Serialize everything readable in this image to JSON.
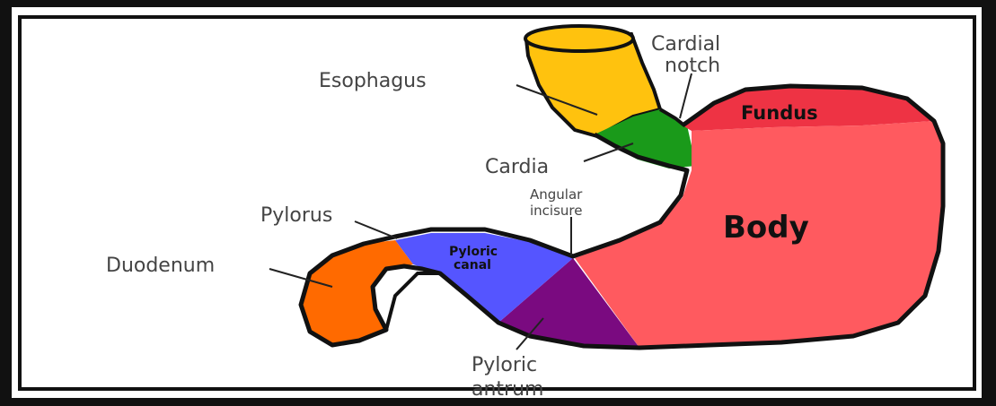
{
  "labels": {
    "esophagus": "Esophagus",
    "cardial_notch_line1": "Cardial",
    "cardial_notch_line2": "notch",
    "fundus": "Fundus",
    "cardia": "Cardia",
    "angular_incisure_line1": "Angular",
    "angular_incisure_line2": "incisure",
    "body": "Body",
    "pylorus": "Pylorus",
    "pyloric_canal_line1": "Pyloric",
    "pyloric_canal_line2": "canal",
    "duodenum": "Duodenum",
    "pyloric_antrum_line1": "Pyloric",
    "pyloric_antrum_line2": "antrum"
  },
  "colors": {
    "esophagus": "#FFC20E",
    "cardia": "#1A9A1A",
    "fundus": "#EE3344",
    "body": "#FF5A5F",
    "pyloric_canal": "#5555FF",
    "pyloric_antrum": "#7A0A80",
    "duodenum": "#FF6A00",
    "outline": "#111111"
  }
}
